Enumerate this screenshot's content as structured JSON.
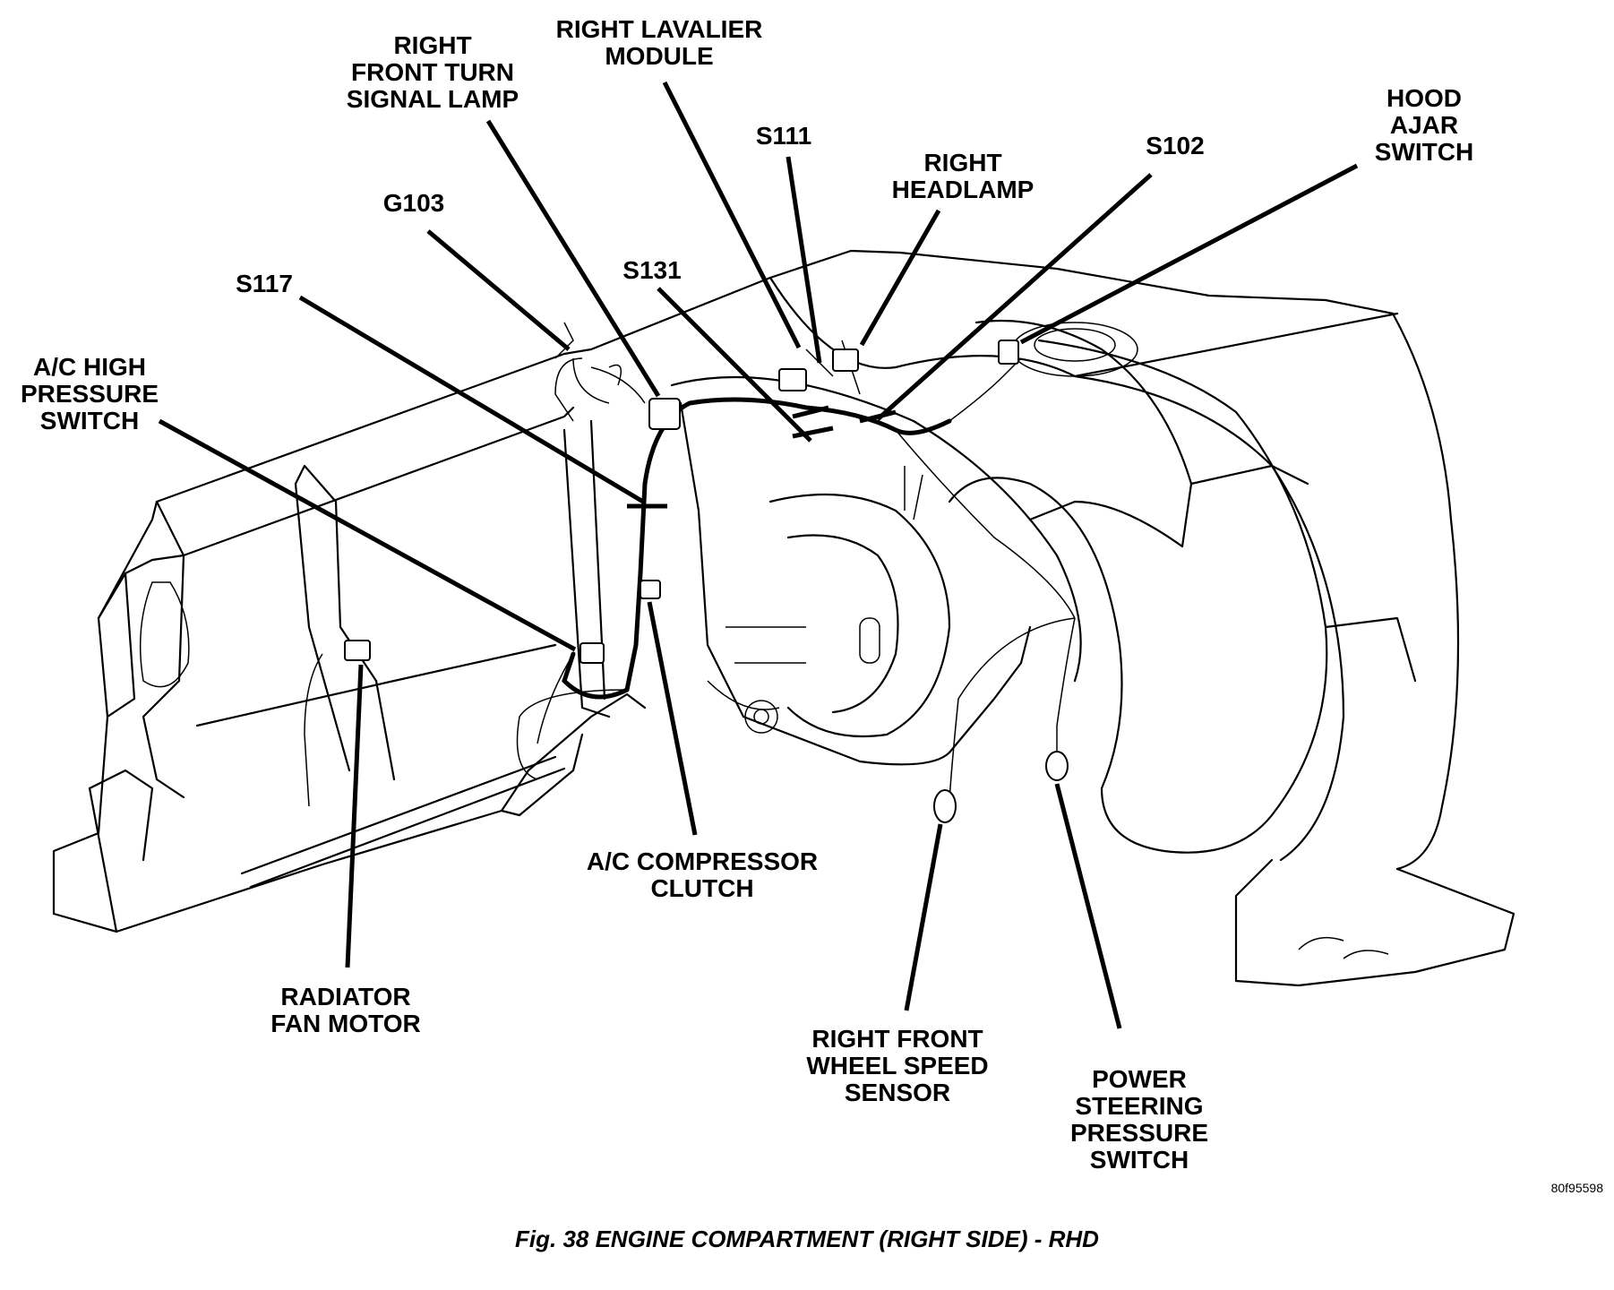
{
  "callouts": [
    {
      "id": "right-lavalier-module",
      "text": "RIGHT LAVALIER\nMODULE"
    },
    {
      "id": "right-front-turn-signal-lamp",
      "text": "RIGHT\nFRONT TURN\nSIGNAL LAMP"
    },
    {
      "id": "s111",
      "text": "S111"
    },
    {
      "id": "right-headlamp",
      "text": "RIGHT\nHEADLAMP"
    },
    {
      "id": "s102",
      "text": "S102"
    },
    {
      "id": "hood-ajar-switch",
      "text": "HOOD\nAJAR\nSWITCH"
    },
    {
      "id": "g103",
      "text": "G103"
    },
    {
      "id": "s131",
      "text": "S131"
    },
    {
      "id": "s117",
      "text": "S117"
    },
    {
      "id": "ac-high-pressure-switch",
      "text": "A/C HIGH\nPRESSURE\nSWITCH"
    },
    {
      "id": "ac-compressor-clutch",
      "text": "A/C COMPRESSOR\nCLUTCH"
    },
    {
      "id": "radiator-fan-motor",
      "text": "RADIATOR\nFAN MOTOR"
    },
    {
      "id": "right-front-wheel-speed-sensor",
      "text": "RIGHT FRONT\nWHEEL SPEED\nSENSOR"
    },
    {
      "id": "power-steering-pressure-switch",
      "text": "POWER\nSTEERING\nPRESSURE\nSWITCH"
    }
  ],
  "figure_id": "80f95598",
  "caption": "Fig. 38 ENGINE COMPARTMENT (RIGHT SIDE) - RHD"
}
